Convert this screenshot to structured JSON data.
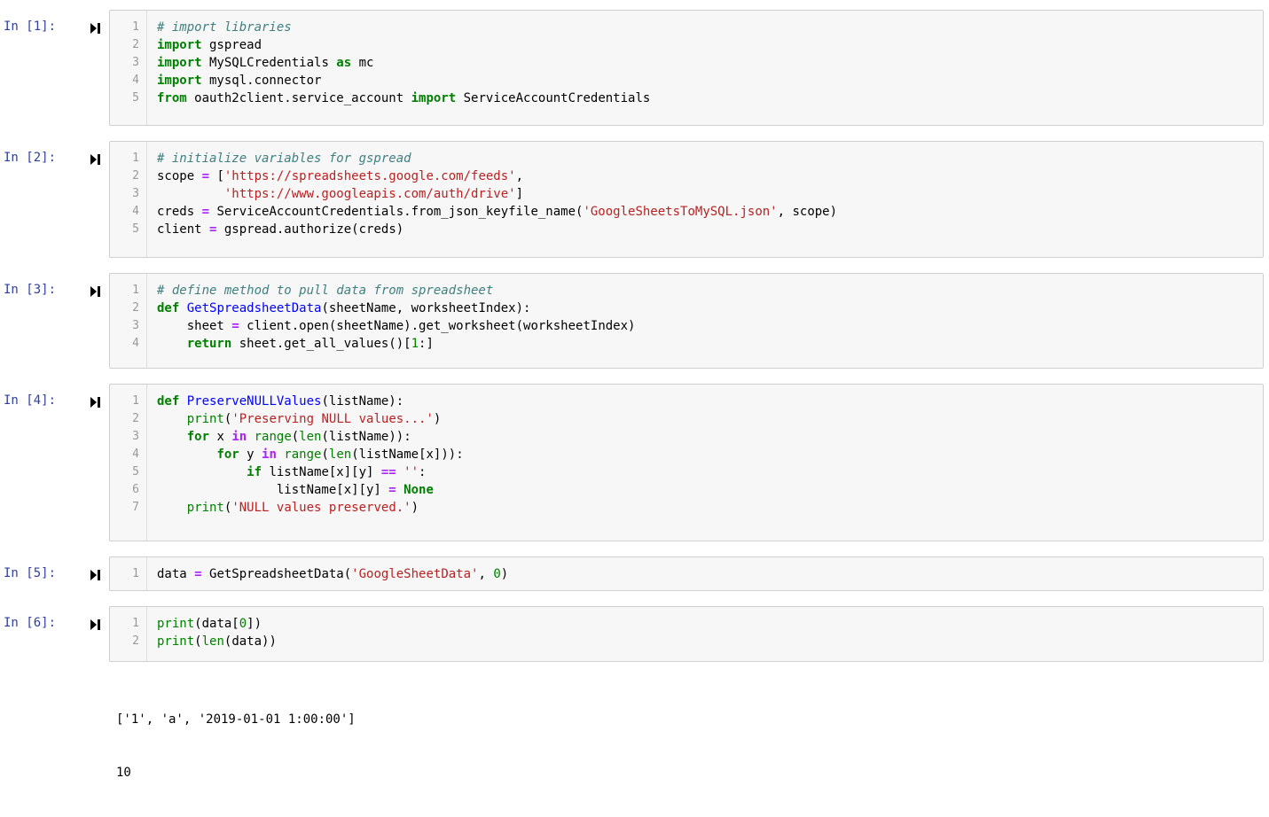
{
  "cells": [
    {
      "prompt": "In [1]:",
      "lines": [
        [
          {
            "t": "# import libraries",
            "c": "cm"
          }
        ],
        [
          {
            "t": "import",
            "c": "kw"
          },
          {
            "t": " gspread",
            "c": ""
          }
        ],
        [
          {
            "t": "import",
            "c": "kw"
          },
          {
            "t": " MySQLCredentials ",
            "c": ""
          },
          {
            "t": "as",
            "c": "kw"
          },
          {
            "t": " mc",
            "c": ""
          }
        ],
        [
          {
            "t": "import",
            "c": "kw"
          },
          {
            "t": " mysql.connector",
            "c": ""
          }
        ],
        [
          {
            "t": "from",
            "c": "kw"
          },
          {
            "t": " oauth2client.service_account ",
            "c": ""
          },
          {
            "t": "import",
            "c": "kw"
          },
          {
            "t": " ServiceAccountCredentials",
            "c": ""
          }
        ]
      ]
    },
    {
      "prompt": "In [2]:",
      "lines": [
        [
          {
            "t": "# initialize variables for gspread",
            "c": "cm"
          }
        ],
        [
          {
            "t": "scope ",
            "c": ""
          },
          {
            "t": "=",
            "c": "op"
          },
          {
            "t": " [",
            "c": ""
          },
          {
            "t": "'https://spreadsheets.google.com/feeds'",
            "c": "st"
          },
          {
            "t": ",",
            "c": ""
          }
        ],
        [
          {
            "t": "         ",
            "c": ""
          },
          {
            "t": "'https://www.googleapis.com/auth/drive'",
            "c": "st"
          },
          {
            "t": "]",
            "c": ""
          }
        ],
        [
          {
            "t": "creds ",
            "c": ""
          },
          {
            "t": "=",
            "c": "op"
          },
          {
            "t": " ServiceAccountCredentials.from_json_keyfile_name(",
            "c": ""
          },
          {
            "t": "'GoogleSheetsToMySQL.json'",
            "c": "st"
          },
          {
            "t": ", scope)",
            "c": ""
          }
        ],
        [
          {
            "t": "client ",
            "c": ""
          },
          {
            "t": "=",
            "c": "op"
          },
          {
            "t": " gspread.authorize(creds)",
            "c": ""
          }
        ]
      ]
    },
    {
      "prompt": "In [3]:",
      "lines": [
        [
          {
            "t": "# define method to pull data from spreadsheet",
            "c": "cm"
          }
        ],
        [
          {
            "t": "def",
            "c": "kw"
          },
          {
            "t": " ",
            "c": ""
          },
          {
            "t": "GetSpreadsheetData",
            "c": "fn"
          },
          {
            "t": "(sheetName, worksheetIndex):",
            "c": ""
          }
        ],
        [
          {
            "t": "    sheet ",
            "c": ""
          },
          {
            "t": "=",
            "c": "op"
          },
          {
            "t": " client.open(sheetName).get_worksheet(worksheetIndex)",
            "c": ""
          }
        ],
        [
          {
            "t": "    ",
            "c": ""
          },
          {
            "t": "return",
            "c": "kw"
          },
          {
            "t": " sheet.get_all_values()[",
            "c": ""
          },
          {
            "t": "1",
            "c": "nu"
          },
          {
            "t": ":]",
            "c": ""
          }
        ]
      ]
    },
    {
      "prompt": "In [4]:",
      "lines": [
        [
          {
            "t": "def",
            "c": "kw"
          },
          {
            "t": " ",
            "c": ""
          },
          {
            "t": "PreserveNULLValues",
            "c": "fn"
          },
          {
            "t": "(listName):",
            "c": ""
          }
        ],
        [
          {
            "t": "    ",
            "c": ""
          },
          {
            "t": "print",
            "c": "bi"
          },
          {
            "t": "(",
            "c": ""
          },
          {
            "t": "'Preserving NULL values...'",
            "c": "st"
          },
          {
            "t": ")",
            "c": ""
          }
        ],
        [
          {
            "t": "    ",
            "c": ""
          },
          {
            "t": "for",
            "c": "kw"
          },
          {
            "t": " x ",
            "c": ""
          },
          {
            "t": "in",
            "c": "op"
          },
          {
            "t": " ",
            "c": ""
          },
          {
            "t": "range",
            "c": "bi"
          },
          {
            "t": "(",
            "c": ""
          },
          {
            "t": "len",
            "c": "bi"
          },
          {
            "t": "(listName)):",
            "c": ""
          }
        ],
        [
          {
            "t": "        ",
            "c": ""
          },
          {
            "t": "for",
            "c": "kw"
          },
          {
            "t": " y ",
            "c": ""
          },
          {
            "t": "in",
            "c": "op"
          },
          {
            "t": " ",
            "c": ""
          },
          {
            "t": "range",
            "c": "bi"
          },
          {
            "t": "(",
            "c": ""
          },
          {
            "t": "len",
            "c": "bi"
          },
          {
            "t": "(listName[x])):",
            "c": ""
          }
        ],
        [
          {
            "t": "            ",
            "c": ""
          },
          {
            "t": "if",
            "c": "kw"
          },
          {
            "t": " listName[x][y] ",
            "c": ""
          },
          {
            "t": "==",
            "c": "op"
          },
          {
            "t": " ",
            "c": ""
          },
          {
            "t": "''",
            "c": "st"
          },
          {
            "t": ":",
            "c": ""
          }
        ],
        [
          {
            "t": "                listName[x][y] ",
            "c": ""
          },
          {
            "t": "=",
            "c": "op"
          },
          {
            "t": " ",
            "c": ""
          },
          {
            "t": "None",
            "c": "kw"
          }
        ],
        [
          {
            "t": "    ",
            "c": ""
          },
          {
            "t": "print",
            "c": "bi"
          },
          {
            "t": "(",
            "c": ""
          },
          {
            "t": "'NULL values preserved.'",
            "c": "st"
          },
          {
            "t": ")",
            "c": ""
          }
        ]
      ]
    },
    {
      "prompt": "In [5]:",
      "lines": [
        [
          {
            "t": "data ",
            "c": ""
          },
          {
            "t": "=",
            "c": "op"
          },
          {
            "t": " GetSpreadsheetData(",
            "c": ""
          },
          {
            "t": "'GoogleSheetData'",
            "c": "st"
          },
          {
            "t": ", ",
            "c": ""
          },
          {
            "t": "0",
            "c": "nu"
          },
          {
            "t": ")",
            "c": ""
          }
        ]
      ]
    },
    {
      "prompt": "In [6]:",
      "lines": [
        [
          {
            "t": "print",
            "c": "bi"
          },
          {
            "t": "(data[",
            "c": ""
          },
          {
            "t": "0",
            "c": "nu"
          },
          {
            "t": "])",
            "c": ""
          }
        ],
        [
          {
            "t": "print",
            "c": "bi"
          },
          {
            "t": "(",
            "c": ""
          },
          {
            "t": "len",
            "c": "bi"
          },
          {
            "t": "(data))",
            "c": ""
          }
        ]
      ],
      "output": [
        "['1', 'a', '2019-01-01 1:00:00']",
        "10"
      ]
    }
  ],
  "colors": {
    "prompt": "#303f9f",
    "keyword": "#008000",
    "comment": "#408080",
    "string": "#ba2121",
    "operator": "#aa22ff",
    "function_name": "#0000ff",
    "cell_background": "#f7f7f7",
    "cell_border": "#cfcfcf"
  },
  "icons": {
    "run": "run-cell-icon"
  }
}
